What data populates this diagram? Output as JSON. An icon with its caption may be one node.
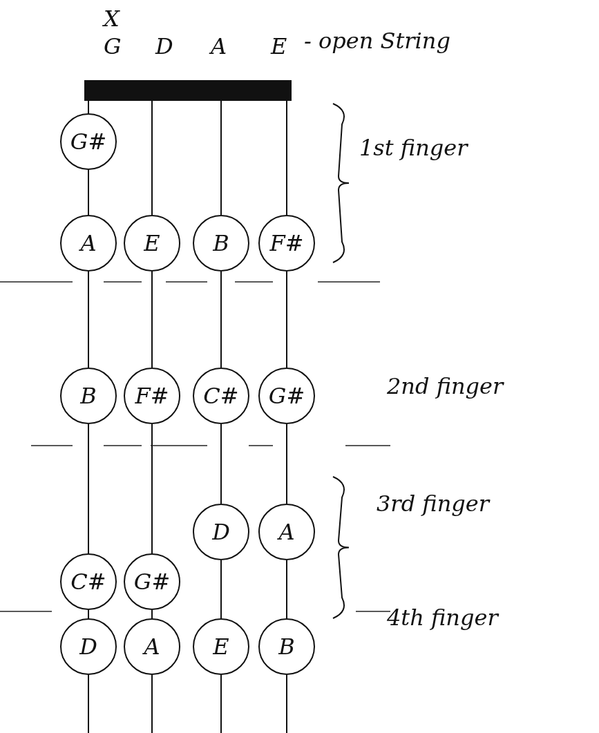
{
  "diagram": {
    "nodes": [
      {
        "text": [],
        "shape": "bar"
      },
      {
        "text": [
          "G#"
        ]
      },
      {
        "text": [
          "A"
        ]
      },
      {
        "text": [
          "E"
        ]
      },
      {
        "text": [
          "B"
        ]
      },
      {
        "text": [
          "F#"
        ]
      },
      {
        "text": [
          "B"
        ]
      },
      {
        "text": [
          "F#"
        ]
      },
      {
        "text": [
          "C#"
        ]
      },
      {
        "text": [
          "G#"
        ]
      },
      {
        "text": [
          "D"
        ]
      },
      {
        "text": [
          "A"
        ]
      },
      {
        "text": [
          "C#"
        ]
      },
      {
        "text": [
          "G#"
        ]
      },
      {
        "text": [
          "D"
        ]
      },
      {
        "text": [
          "A"
        ]
      },
      {
        "text": [
          "E"
        ]
      },
      {
        "text": [
          "B"
        ]
      }
    ],
    "edges": [
      {
        "from": 0,
        "to": 1,
        "arrow": "none"
      },
      {
        "from": 1,
        "to": 2,
        "arrow": "none"
      },
      {
        "from": 2,
        "to": 6,
        "arrow": "none"
      },
      {
        "from": 6,
        "to": 12,
        "arrow": "none"
      },
      {
        "from": 12,
        "to": 14,
        "arrow": "none"
      },
      {
        "from": 14,
        "to": null,
        "arrow": "none"
      },
      {
        "from": 0,
        "to": 3,
        "arrow": "none"
      },
      {
        "from": 3,
        "to": 7,
        "arrow": "none"
      },
      {
        "from": 7,
        "to": 13,
        "arrow": "none"
      },
      {
        "from": 13,
        "to": 15,
        "arrow": "none"
      },
      {
        "from": 15,
        "to": null,
        "arrow": "none"
      },
      {
        "from": 0,
        "to": 4,
        "arrow": "none"
      },
      {
        "from": 4,
        "to": 8,
        "arrow": "none"
      },
      {
        "from": 8,
        "to": 10,
        "arrow": "none"
      },
      {
        "from": 10,
        "to": 16,
        "arrow": "none"
      },
      {
        "from": 16,
        "to": null,
        "arrow": "none"
      },
      {
        "from": 0,
        "to": 5,
        "arrow": "none"
      },
      {
        "from": 5,
        "to": 9,
        "arrow": "none"
      },
      {
        "from": 9,
        "to": 11,
        "arrow": "none"
      },
      {
        "from": 11,
        "to": 17,
        "arrow": "none"
      },
      {
        "from": 17,
        "to": null,
        "arrow": "none"
      }
    ],
    "labels": [
      "X",
      "G",
      "D",
      "A",
      "E",
      "- open String",
      "1st finger",
      "2nd finger",
      "3rd finger",
      "4th finger"
    ]
  }
}
